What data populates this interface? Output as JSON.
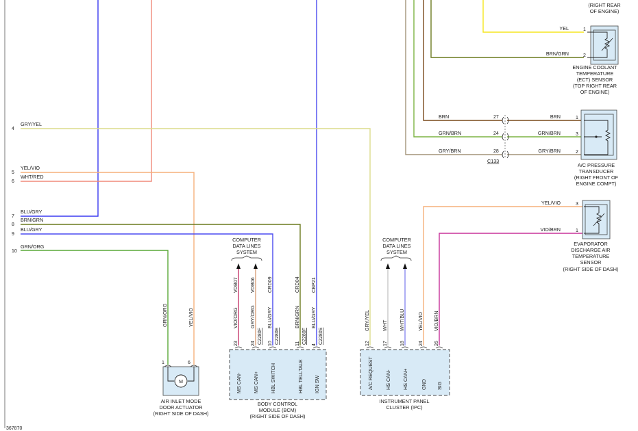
{
  "colors": {
    "yel": "#f5e61e",
    "brn_grn": "#6b7a1f",
    "brn": "#7a4a1c",
    "grn_brn": "#7cb342",
    "gry_brn": "#a39378",
    "blu": "#3a3af0",
    "salmon": "#f08a7a",
    "gry_yel": "#dcdc8c",
    "blu_gry": "#4a4af0",
    "grn_org": "#5aa838",
    "yel_vio": "#f5b07a",
    "vio_brn": "#c8329a",
    "vio_org": "#c83c6e",
    "gry_org": "#d8a07a",
    "wht": "#c8c8c8",
    "wht_blu": "#8c8cf0",
    "module_fill": "#d8eaf6",
    "module_border": "#444444"
  },
  "left_wires": [
    {
      "num": "4",
      "label": "GRY/YEL"
    },
    {
      "num": "5",
      "label": "YEL/VIO"
    },
    {
      "num": "6",
      "label": "WHT/RED"
    },
    {
      "num": "7",
      "label": "BLU/GRY"
    },
    {
      "num": "8",
      "label": "BRN/GRN"
    },
    {
      "num": "9",
      "label": "BLU/GRY"
    },
    {
      "num": "10",
      "label": "GRN/ORG"
    }
  ],
  "ect_sensor": {
    "caption": [
      "ENGINE COOLANT",
      "TEMPERATURE",
      "(ECT) SENSOR",
      "(TOP RIGHT REAR",
      "OF ENGINE)"
    ],
    "pins": [
      {
        "num": "1",
        "wire": "YEL"
      },
      {
        "num": "2",
        "wire": "BRN/GRN"
      }
    ]
  },
  "top_caption": [
    "(RIGHT REAR",
    "OF ENGINE)"
  ],
  "ac_transducer": {
    "caption": [
      "A/C PRESSURE",
      "TRANSDUCER",
      "(RIGHT FRONT OF",
      "ENGINE COMPT)"
    ],
    "connector": "C133",
    "rows": [
      {
        "left_wire": "BRN",
        "cav": "27",
        "right_wire": "BRN",
        "pin": "1"
      },
      {
        "left_wire": "GRN/BRN",
        "cav": "24",
        "right_wire": "GRN/BRN",
        "pin": "3"
      },
      {
        "left_wire": "GRY/BRN",
        "cav": "28",
        "right_wire": "GRY/BRN",
        "pin": "2"
      }
    ]
  },
  "evap_sensor": {
    "caption": [
      "EVAPORATOR",
      "DISCHARGE AIR",
      "TEMPERATURE",
      "SENSOR",
      "(RIGHT SIDE OF DASH)"
    ],
    "pins": [
      {
        "num": "3",
        "wire": "YEL/VIO"
      },
      {
        "num": "1",
        "wire": "VIO/BRN"
      }
    ]
  },
  "air_inlet": {
    "caption": [
      "AIR INLET MODE",
      "DOOR ACTUATOR",
      "(RIGHT SIDE OF DASH)"
    ],
    "motor": "M",
    "wires": [
      {
        "wire": "GRN/ORG",
        "pin": "1"
      },
      {
        "wire": "YEL/VIO",
        "pin": "6"
      }
    ]
  },
  "bcm": {
    "caption": [
      "BODY CONTROL",
      "MODULE (BCM)",
      "(RIGHT SIDE OF DASH)"
    ],
    "cds_label": [
      "COMPUTER",
      "DATA LINES",
      "SYSTEM"
    ],
    "pins": [
      {
        "circuit": "VDB07",
        "wire": "VIO/ORG",
        "pin": "23",
        "conn": "",
        "func": "MS CAN-"
      },
      {
        "circuit": "VDB06",
        "wire": "GRY/ORG",
        "pin": "24",
        "conn": "C2280F",
        "func": "MS CAN+"
      },
      {
        "circuit": "CRD09",
        "wire": "BLU/GRY",
        "pin": "10",
        "conn": "C2280E",
        "func": "HBL SWITCH"
      },
      {
        "circuit": "CRD04",
        "wire": "BRN/GRN",
        "pin": "11",
        "conn": "C2280F",
        "func": "HBL TELLTALE"
      },
      {
        "circuit": "CBP21",
        "wire": "BLU/GRY",
        "pin": "4",
        "conn": "C2280S",
        "func": "IGN SW"
      }
    ]
  },
  "ipc": {
    "caption": [
      "INSTRUMENT PANEL",
      "CLUSTER (IPC)"
    ],
    "cds_label": [
      "COMPUTER",
      "DATA LINES",
      "SYSTEM"
    ],
    "pins": [
      {
        "wire": "GRY/YEL",
        "pin": "12",
        "func": "A/C REQUEST"
      },
      {
        "wire": "WHT",
        "pin": "17",
        "func": "HS CAN-"
      },
      {
        "wire": "WHT/BLU",
        "pin": "18",
        "func": "HS CAN+"
      },
      {
        "wire": "YEL/VIO",
        "pin": "24",
        "func": "GND"
      },
      {
        "wire": "VIO/BRN",
        "pin": "26",
        "func": "SIG"
      }
    ]
  },
  "figure_id": "367870"
}
